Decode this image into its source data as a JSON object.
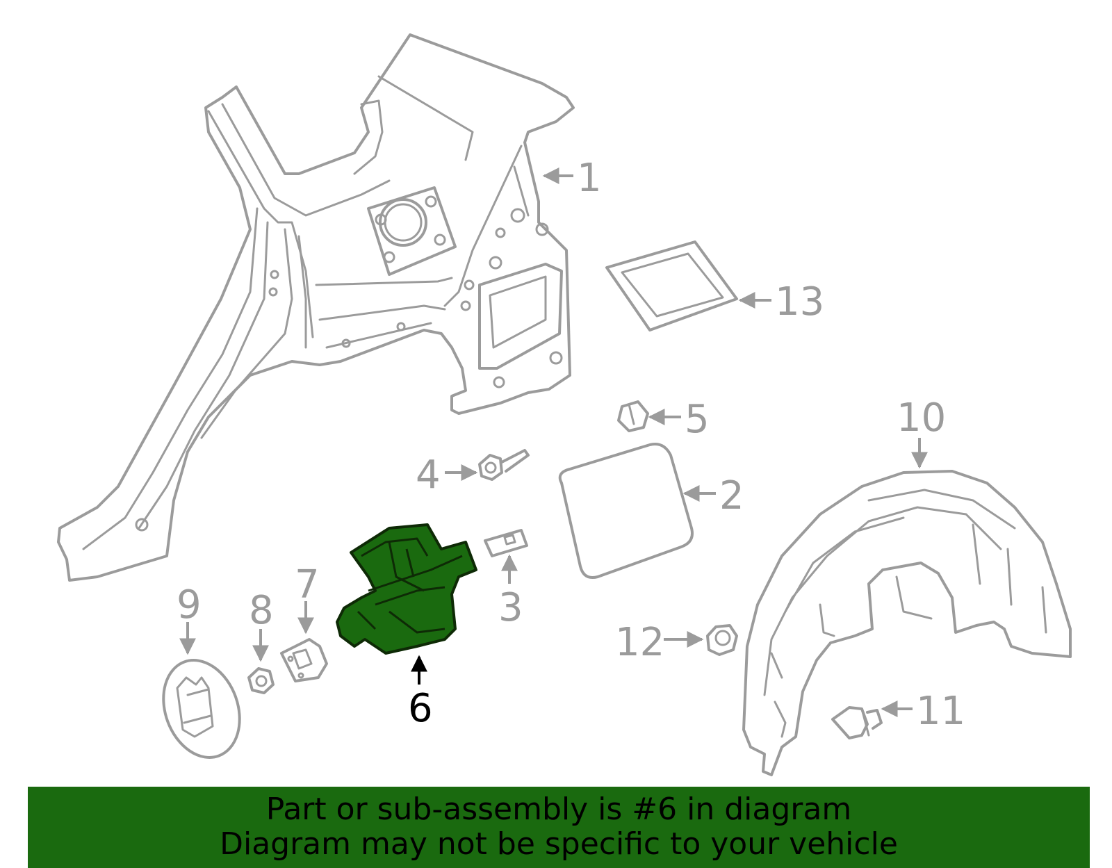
{
  "diagram": {
    "selected_part": "6",
    "callouts": [
      {
        "id": "1",
        "label": "1"
      },
      {
        "id": "2",
        "label": "2"
      },
      {
        "id": "3",
        "label": "3"
      },
      {
        "id": "4",
        "label": "4"
      },
      {
        "id": "5",
        "label": "5"
      },
      {
        "id": "6",
        "label": "6"
      },
      {
        "id": "7",
        "label": "7"
      },
      {
        "id": "8",
        "label": "8"
      },
      {
        "id": "9",
        "label": "9"
      },
      {
        "id": "10",
        "label": "10"
      },
      {
        "id": "11",
        "label": "11"
      },
      {
        "id": "12",
        "label": "12"
      },
      {
        "id": "13",
        "label": "13"
      }
    ],
    "colors": {
      "part_outline": "#9b9b9b",
      "highlight_fill": "#1a6a0f",
      "banner_bg": "#1a6a0f"
    }
  },
  "banner": {
    "line1": "Part or sub-assembly is #6 in diagram",
    "line2": "Diagram may not be specific to your vehicle"
  }
}
